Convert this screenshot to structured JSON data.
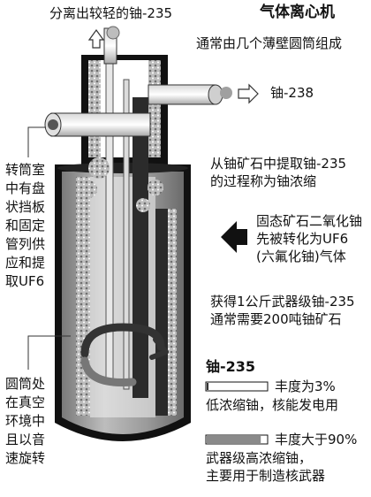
{
  "title": "气体离心机",
  "labels": {
    "top_output": "分离出较轻的铀-235",
    "structure": "通常由几个薄壁圆筒组成",
    "side_output": "铀-238",
    "extraction": [
      "从铀矿石中提取铀-235",
      "的过程称为铀浓缩"
    ],
    "conversion": [
      "固态矿石二氧化铀",
      "先被转化为UF6",
      "(六氟化铀)气体"
    ],
    "requirement": [
      "获得1公斤武器级铀-235",
      "通常需要200吨铀矿石"
    ],
    "rotor_chamber": [
      "转筒室",
      "中有盘",
      "状挡板",
      "和固定",
      "管列供",
      "应和提",
      "取UF6"
    ],
    "rotation": [
      "圆筒处",
      "在真空",
      "环境中",
      "且以音",
      "速旋转"
    ]
  },
  "legend": {
    "title": "铀-235",
    "low": {
      "label": "丰度为3%",
      "desc": "低浓缩铀，核能发电用",
      "fill_fraction": 0.03
    },
    "high": {
      "label": "丰度大于90%",
      "desc": [
        "武器级高浓缩铀，",
        "主要用于制造核武器"
      ],
      "fill_fraction": 0.9
    }
  },
  "colors": {
    "outline": "#111111",
    "shade": "#8a8a8a",
    "dark": "#2b2b2b",
    "light": "#e6e6e6"
  }
}
